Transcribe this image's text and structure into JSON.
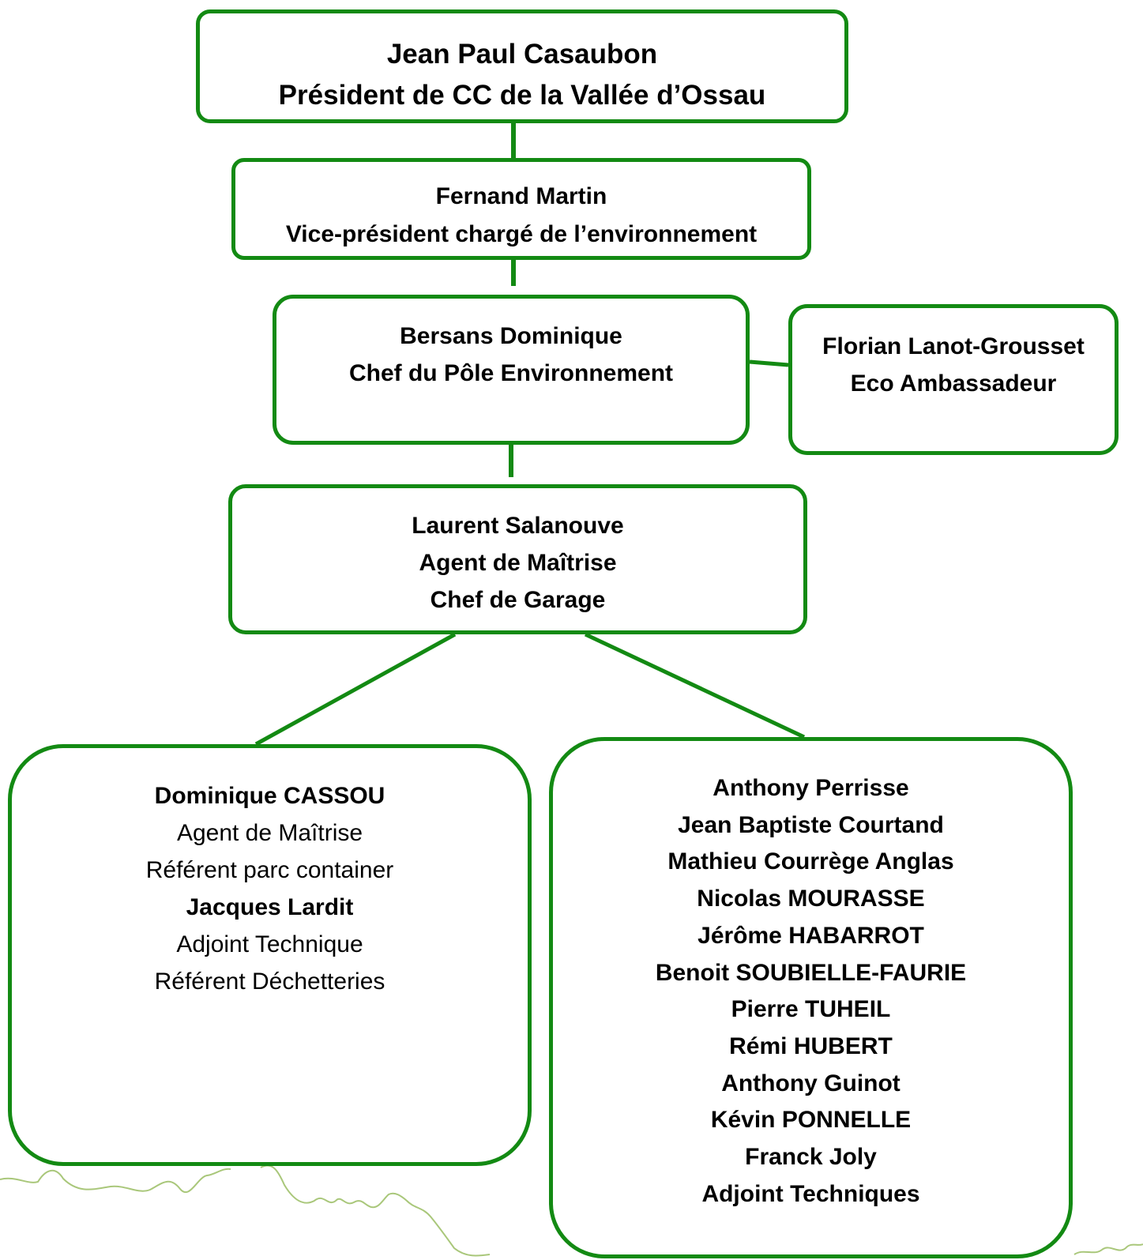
{
  "colors": {
    "border": "#138a13",
    "hills": "#a9c77a",
    "text": "#000000"
  },
  "president": {
    "name": "Jean Paul Casaubon",
    "title": "Président de CC de la Vallée d’Ossau"
  },
  "vice_president": {
    "name": "Fernand Martin",
    "title": "Vice-président chargé de l’environnement"
  },
  "chef_pole": {
    "name": "Bersans Dominique",
    "title": "Chef du Pôle Environnement"
  },
  "eco_ambassadeur": {
    "name": "Florian Lanot-Grousset",
    "title": "Eco Ambassadeur"
  },
  "chef_garage": {
    "name": "Laurent Salanouve",
    "title1": "Agent de Maîtrise",
    "title2": "Chef de Garage"
  },
  "left_team": {
    "person1": {
      "name": "Dominique CASSOU",
      "role1": "Agent de Maîtrise",
      "role2": "Référent parc container"
    },
    "person2": {
      "name": "Jacques Lardit",
      "role1": "Adjoint Technique",
      "role2": "Référent Déchetteries"
    }
  },
  "right_team": {
    "members": [
      "Anthony Perrisse",
      "Jean Baptiste Courtand",
      "Mathieu Courrège Anglas",
      "Nicolas MOURASSE",
      "Jérôme HABARROT",
      "Benoit SOUBIELLE-FAURIE",
      "Pierre TUHEIL",
      "Rémi HUBERT",
      "Anthony Guinot",
      "Kévin PONNELLE",
      "Franck Joly"
    ],
    "role": "Adjoint Techniques"
  }
}
